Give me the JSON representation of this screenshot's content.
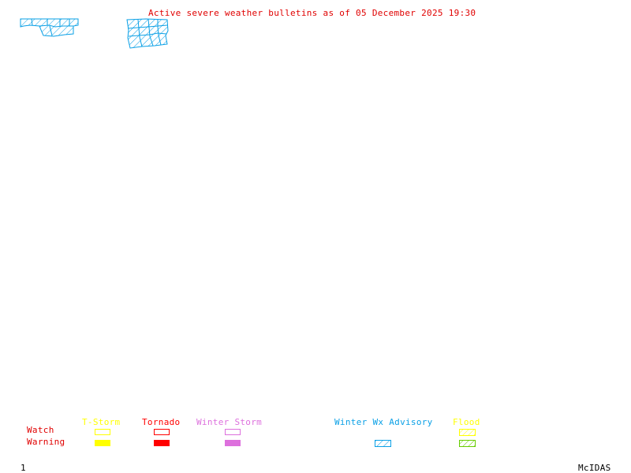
{
  "title": "Active severe weather bulletins as of 05 December 2025 19:30",
  "colors": {
    "title": "#e00000",
    "tstorm": "#ffff00",
    "tornado": "#ff0000",
    "winter_storm": "#dd70dd",
    "winter_wx_advisory": "#0aa0e6",
    "flood_watch": "#ffff00",
    "flood_warning": "#66cc00",
    "row_labels": "#e00000"
  },
  "map": {
    "active_areas": [
      {
        "name": "winter-wx-advisory-area-west",
        "type": "Winter Wx Advisory"
      },
      {
        "name": "winter-wx-advisory-area-central",
        "type": "Winter Wx Advisory"
      }
    ]
  },
  "legend": {
    "row_labels": {
      "watch": "Watch",
      "warning": "Warning"
    },
    "categories": [
      {
        "key": "tstorm",
        "label": "T-Storm",
        "watch_style": "outline",
        "warning_style": "filled"
      },
      {
        "key": "tornado",
        "label": "Tornado",
        "watch_style": "outline",
        "warning_style": "filled"
      },
      {
        "key": "winter_storm",
        "label": "Winter Storm",
        "watch_style": "outline",
        "warning_style": "filled"
      },
      {
        "key": "winter_wx_advisory",
        "label": "Winter Wx Advisory",
        "watch_style": "none",
        "warning_style": "hatched"
      },
      {
        "key": "flood",
        "label": "Flood",
        "watch_style": "hatched",
        "warning_style": "hatched"
      }
    ]
  },
  "footer": {
    "frame_number": "1",
    "software": "McIDAS"
  }
}
